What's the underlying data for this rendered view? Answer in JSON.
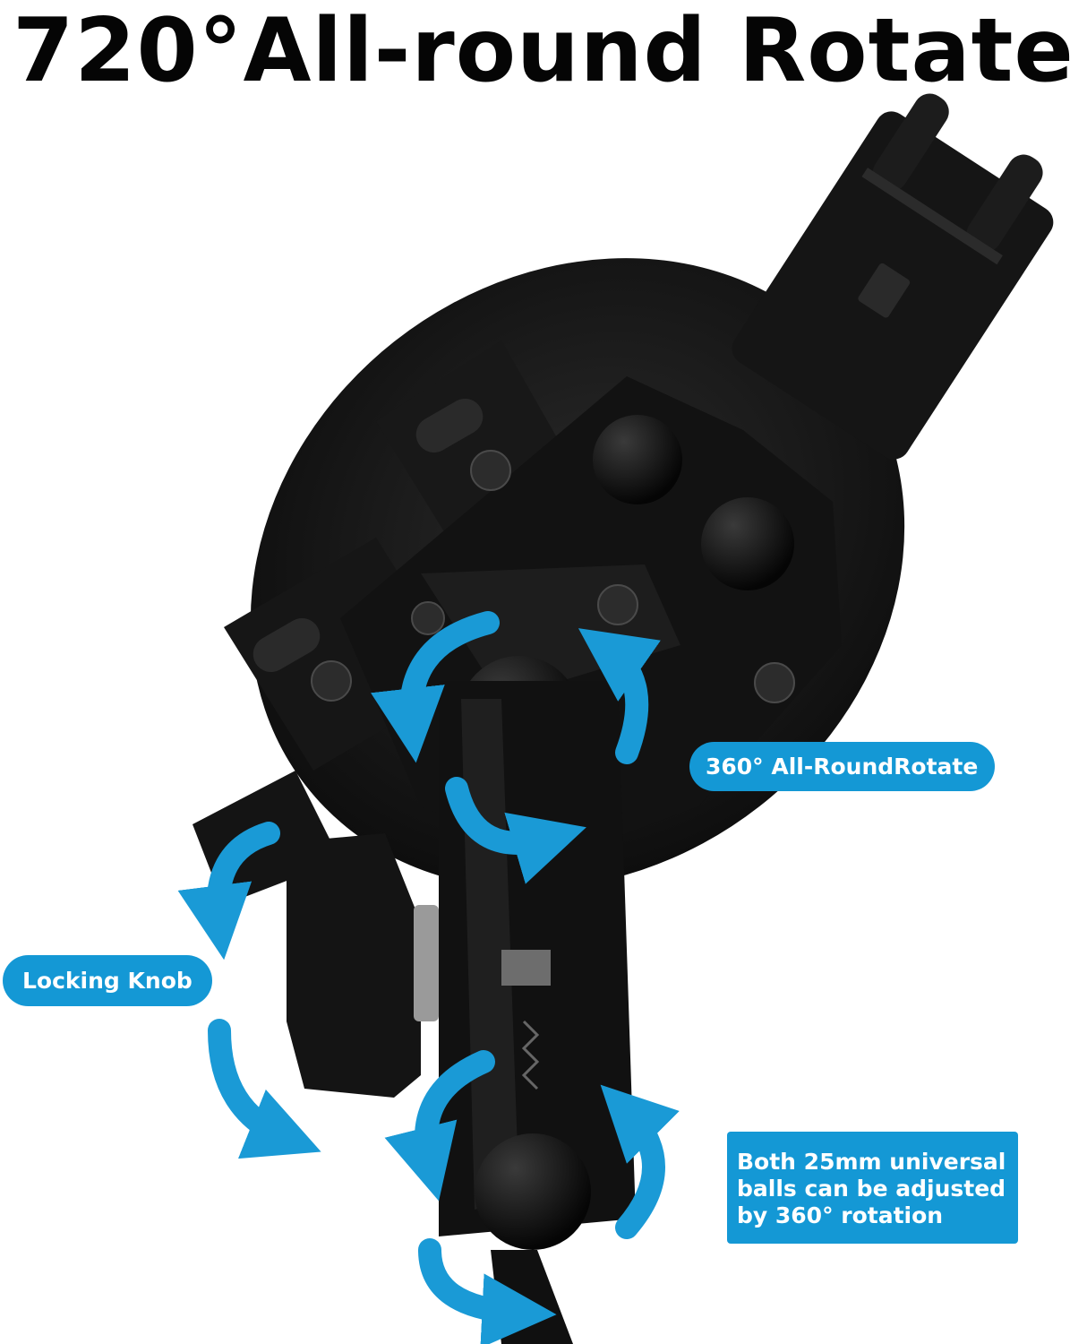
{
  "headline": "720°All-round Rotate",
  "callouts": {
    "rotate": "360° All-RoundRotate",
    "locking_knob": "Locking Knob",
    "balls_line1": "Both 25mm universal",
    "balls_line2": "balls can be adjusted",
    "balls_line3": "by 360° rotation"
  },
  "colors": {
    "accent": "#1498d5",
    "product": "#141414",
    "background": "#ffffff"
  }
}
